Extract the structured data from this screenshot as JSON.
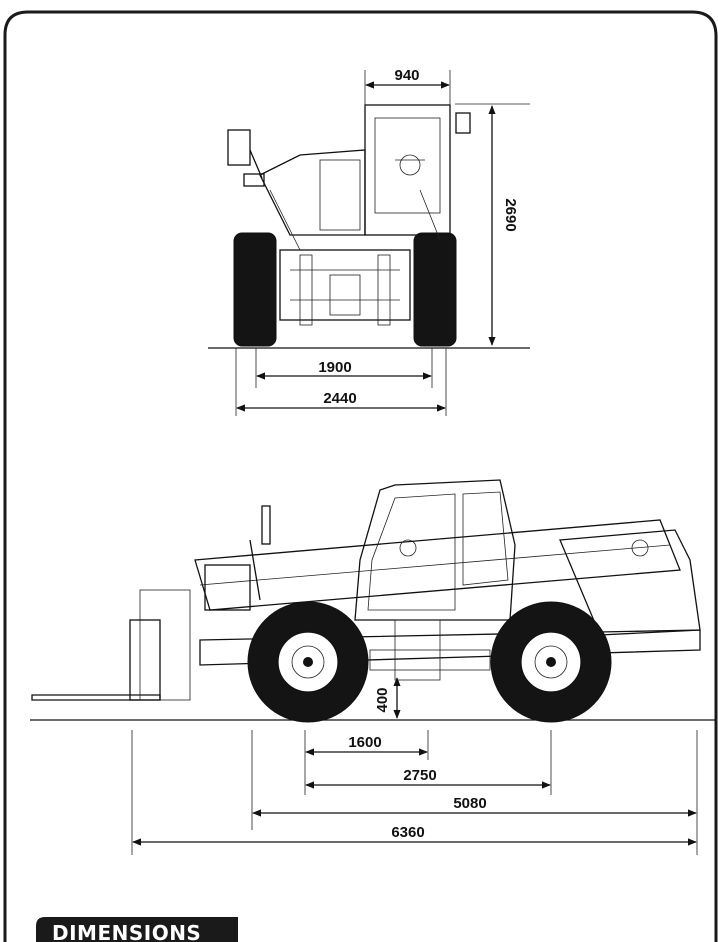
{
  "section_label": "DIMENSIONS",
  "front_view": {
    "dims": {
      "cab_width": "940",
      "height": "2690",
      "track": "1900",
      "overall_width": "2440"
    }
  },
  "side_view": {
    "dims": {
      "ground_clearance": "400",
      "front_axle_to_center": "1600",
      "wheelbase": "2750",
      "length_to_carriage": "5080",
      "overall_length": "6360"
    }
  },
  "colors": {
    "frame": "#1a1a1a",
    "tag_background": "#1a1a1a",
    "line": "#111111"
  }
}
